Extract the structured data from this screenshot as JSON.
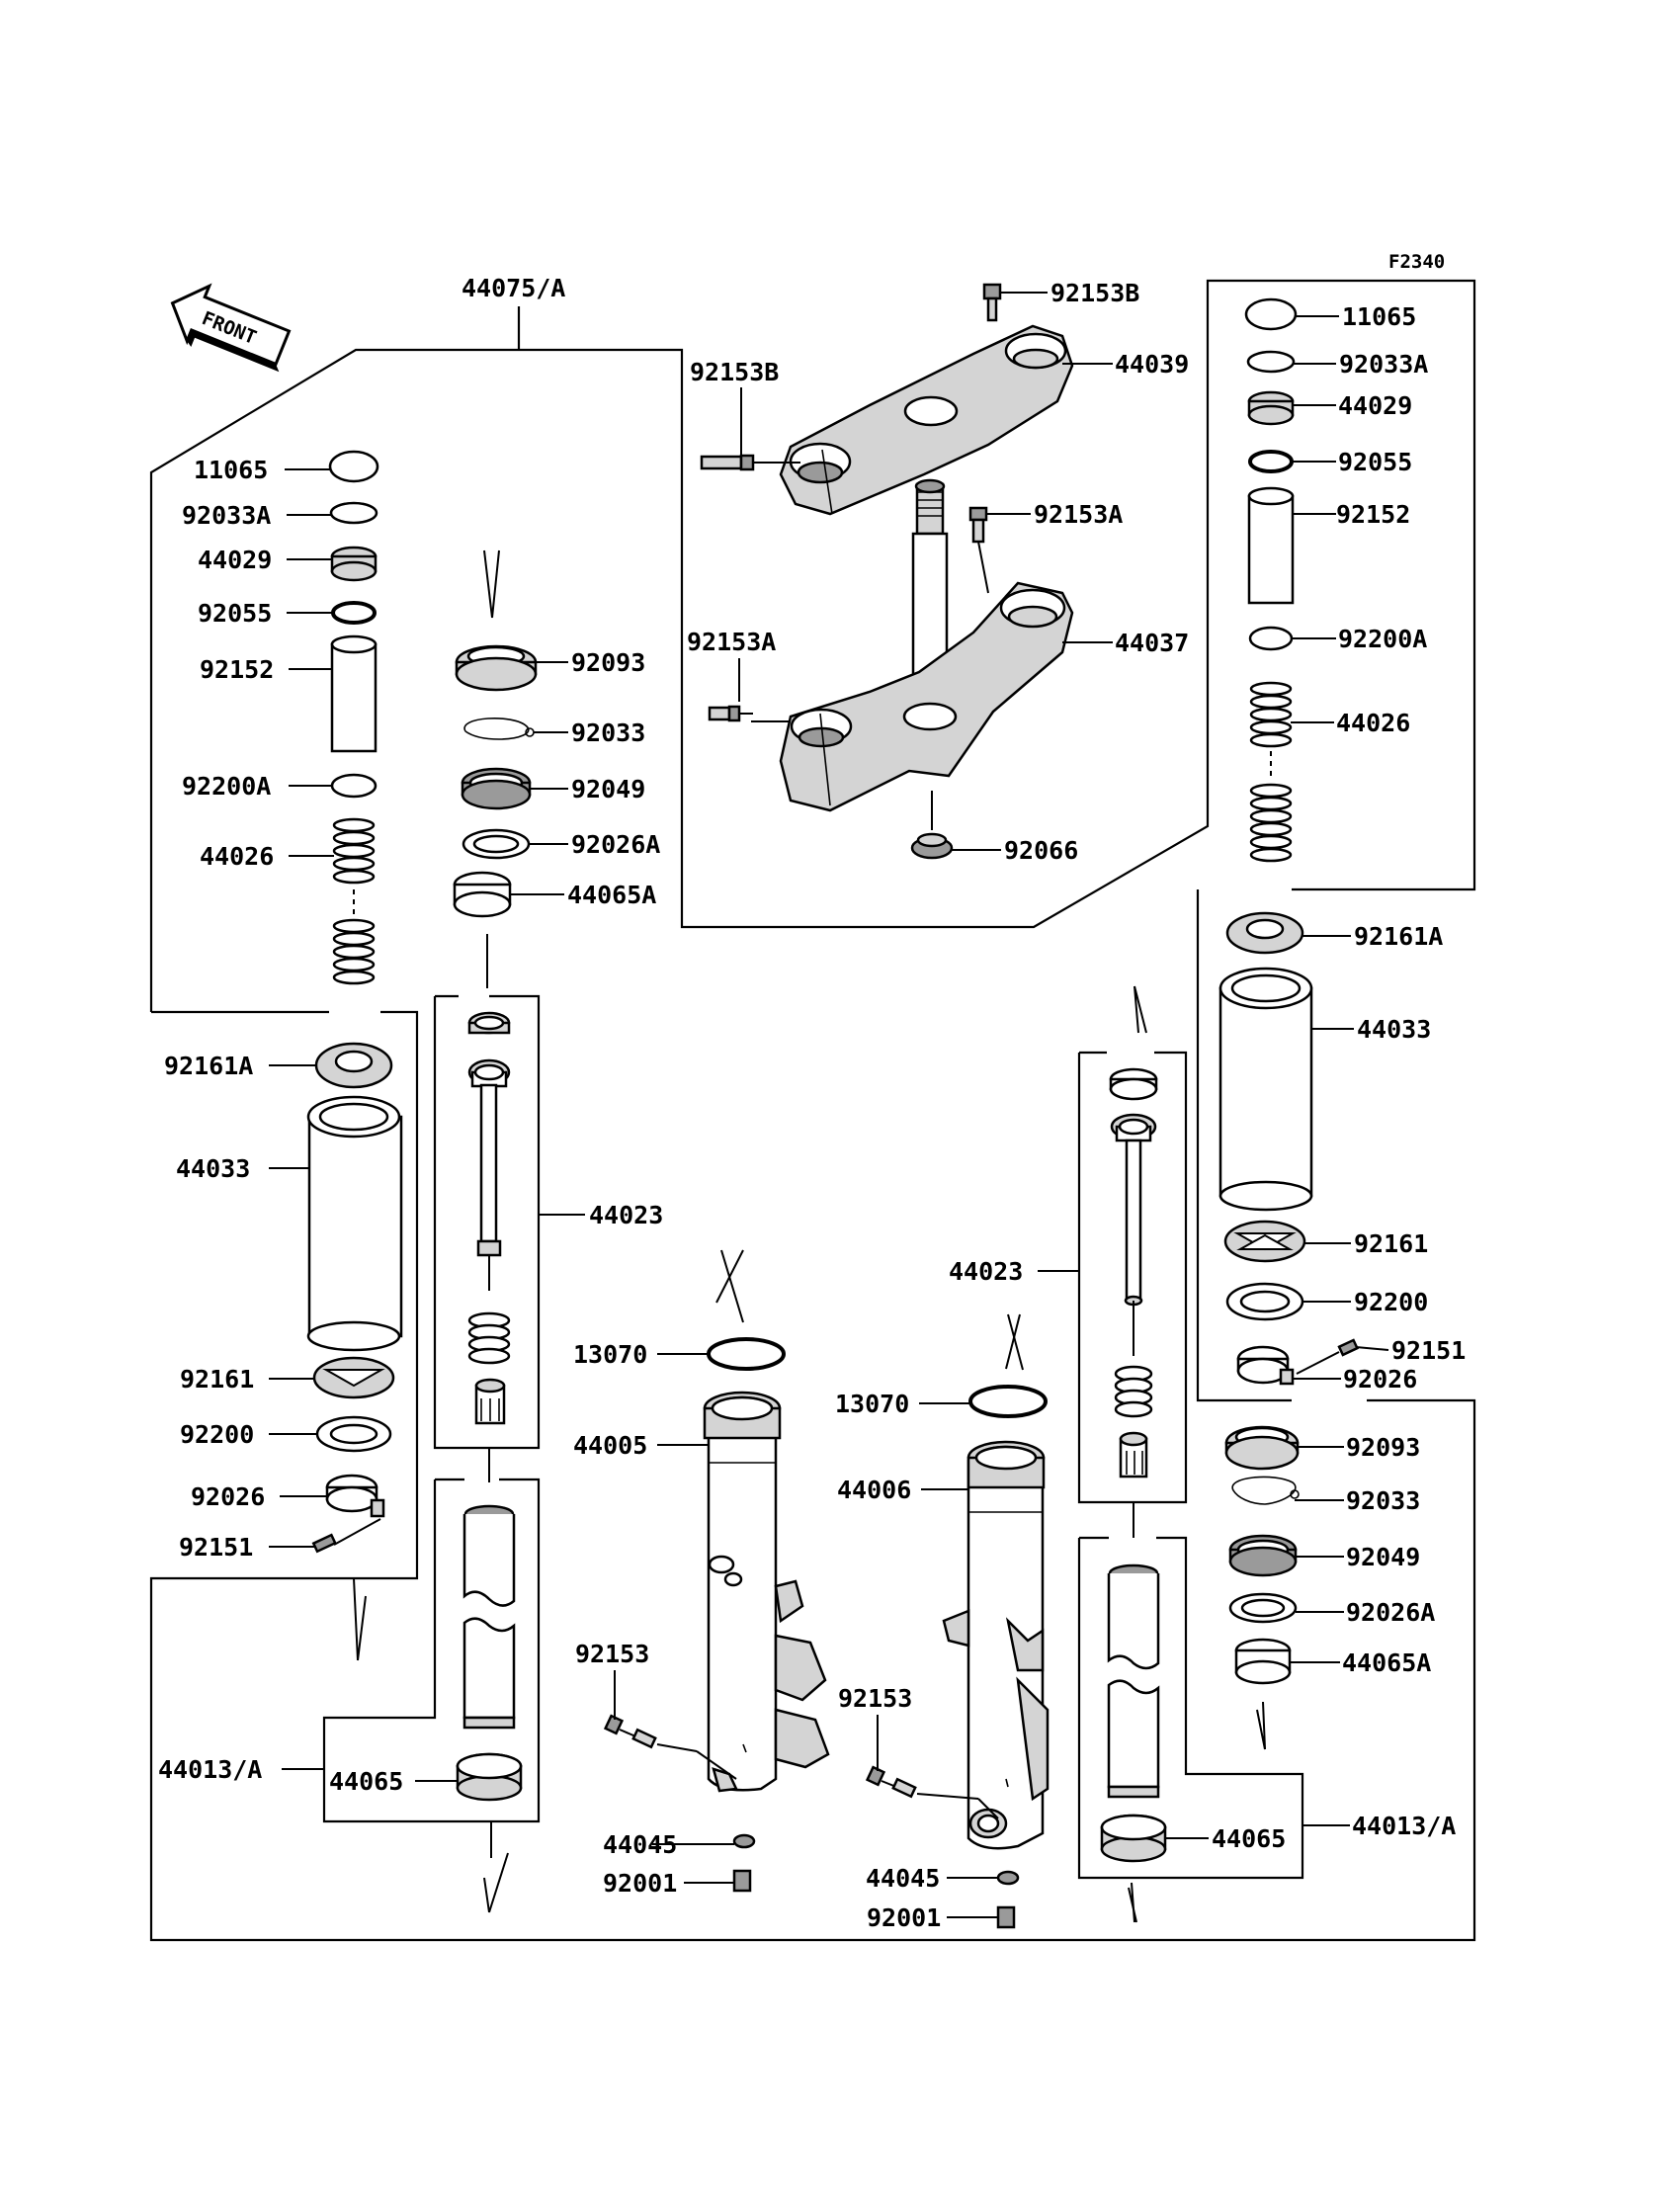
{
  "figure_code": "F2340",
  "front_arrow": {
    "text": "FRONT",
    "icon": "front-arrow-icon"
  },
  "left_fork": {
    "assembly_label": "44075/A",
    "parts": {
      "cap": "11065",
      "cap_ring": "92033A",
      "plug": "44029",
      "o_ring": "92055",
      "spacer": "92152",
      "washer_top": "92200A",
      "spring": "44026",
      "washer_spring": "92161A",
      "outer_tube": "44033",
      "spring_seat": "92161",
      "washer_bottom": "92200",
      "clamp": "92026",
      "clamp_screw": "92151",
      "inner_tube_assy": "44013/A",
      "guide_bush": "44065"
    }
  },
  "left_damper": {
    "parts": {
      "dust_seal": "92093",
      "circlip": "92033",
      "oil_seal": "92049",
      "washer": "92026A",
      "bush": "44065A",
      "damper_assy": "44023"
    }
  },
  "steering": {
    "parts": {
      "top_bolt": "92153B",
      "upper_bracket": "44039",
      "upper_side_bolt": "92153B",
      "stem_bolt": "92153A",
      "lower_bracket": "44037",
      "lower_side_bolt": "92153A",
      "stem_nut": "92066"
    }
  },
  "left_slider": {
    "parts": {
      "seal_ring": "13070",
      "outer_slider": "44005",
      "axle_bolt": "92153",
      "washer": "44045",
      "drain_bolt": "92001"
    }
  },
  "right_slider": {
    "parts": {
      "damper_assy": "44023",
      "seal_ring": "13070",
      "outer_slider": "44006",
      "axle_bolt": "92153",
      "washer": "44045",
      "drain_bolt": "92001"
    }
  },
  "right_fork": {
    "parts": {
      "cap": "11065",
      "cap_ring": "92033A",
      "plug": "44029",
      "o_ring": "92055",
      "spacer": "92152",
      "washer_top": "92200A",
      "spring": "44026",
      "washer_spring": "92161A",
      "outer_tube": "44033",
      "spring_seat": "92161",
      "washer_bottom": "92200",
      "clamp_screw": "92151",
      "clamp": "92026",
      "dust_seal": "92093",
      "circlip": "92033",
      "oil_seal": "92049",
      "washer": "92026A",
      "bush": "44065A",
      "guide_bush": "44065",
      "inner_tube_assy": "44013/A"
    }
  }
}
